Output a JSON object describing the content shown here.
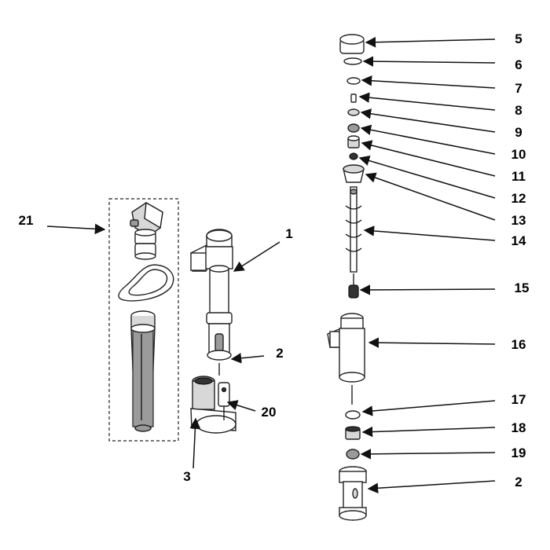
{
  "callouts": {
    "c1": "1",
    "c2a": "2",
    "c2b": "2",
    "c3": "3",
    "c5": "5",
    "c6": "6",
    "c7": "7",
    "c8": "8",
    "c9": "9",
    "c10": "10",
    "c11": "11",
    "c12": "12",
    "c13": "13",
    "c14": "14",
    "c15": "15",
    "c16": "16",
    "c17": "17",
    "c18": "18",
    "c19": "19",
    "c20": "20",
    "c21": "21"
  }
}
